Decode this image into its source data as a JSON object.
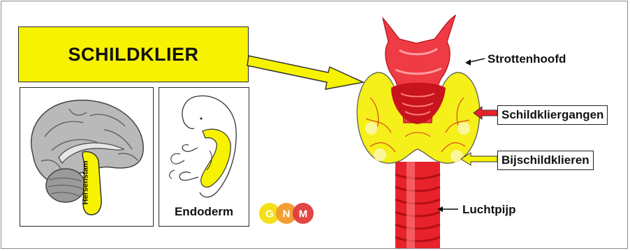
{
  "title": "SCHILDKLIER",
  "labels": {
    "strottenhoofd": "Strottenhoofd",
    "schildkliergangen": "Schildkliergangen",
    "bijschildklieren": "Bijschildklieren",
    "luchtpijp": "Luchtpijp"
  },
  "brain_label": "Hersenstam",
  "embryo_label": "Endoderm",
  "logo": {
    "letters": [
      "G",
      "N",
      "M"
    ],
    "colors": [
      "#f4df1a",
      "#f19a2a",
      "#e23a3a"
    ]
  },
  "colors": {
    "highlight_yellow": "#f7f200",
    "organ_red": "#e8222a",
    "gland_yellow": "#f5ef1a"
  }
}
